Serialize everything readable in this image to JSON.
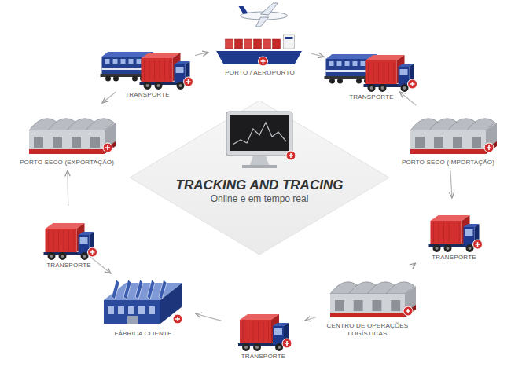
{
  "diagram": {
    "nodes": [
      {
        "text": [
          "TRANSPORTE"
        ]
      },
      {
        "text": [
          "PORTO / AEROPORTO"
        ]
      },
      {
        "text": [
          "TRANSPORTE"
        ]
      },
      {
        "text": [
          "PORTO SECO (IMPORTAÇÃO)"
        ]
      },
      {
        "text": [
          "TRANSPORTE"
        ]
      },
      {
        "text": [
          "CENTRO DE OPERAÇÕES LOGÍSTICAS"
        ]
      },
      {
        "text": [
          "TRANSPORTE"
        ]
      },
      {
        "text": [
          "FÁBRICA CLIENTE"
        ]
      },
      {
        "text": [
          "TRANSPORTE"
        ]
      },
      {
        "text": [
          "PORTO SECO (EXPORTAÇÃO)"
        ]
      },
      {
        "text": [
          "TRACKING AND TRACING",
          "Online e em tempo real"
        ]
      }
    ],
    "edges": [
      {
        "from": 9,
        "to": 0,
        "arrow": "to"
      },
      {
        "from": 0,
        "to": 1,
        "arrow": "to"
      },
      {
        "from": 1,
        "to": 2,
        "arrow": "to"
      },
      {
        "from": 2,
        "to": 3,
        "arrow": "to"
      },
      {
        "from": 3,
        "to": 4,
        "arrow": "to"
      },
      {
        "from": 4,
        "to": 5,
        "arrow": "to"
      },
      {
        "from": 5,
        "to": 6,
        "arrow": "to"
      },
      {
        "from": 6,
        "to": 7,
        "arrow": "to"
      },
      {
        "from": 7,
        "to": 8,
        "arrow": "to"
      },
      {
        "from": 8,
        "to": 9,
        "arrow": "to"
      }
    ]
  }
}
